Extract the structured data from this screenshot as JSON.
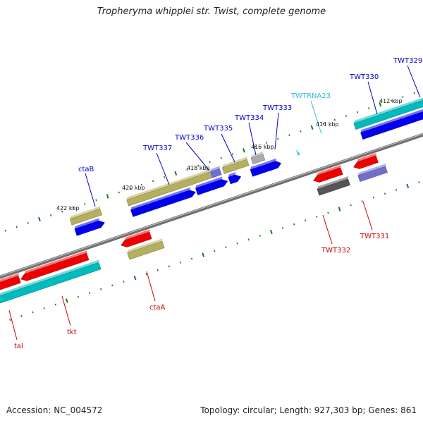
{
  "header": {
    "title": "Tropheryma whipplei str. Twist, complete genome"
  },
  "footer": {
    "accession": "Accession: NC_004572",
    "summary": "Topology: circular; Length: 927,303 bp; Genes: 861"
  },
  "colors": {
    "backbone": "#808080",
    "ticks": "#1a7a1a",
    "forward_label": "#0000cc",
    "reverse_label": "#cc0000",
    "rna_label": "#33bbdd",
    "blue": "#0000ee",
    "teal": "#00bbbb",
    "olive": "#b5b060",
    "red": "#ee0000",
    "slate": "#7070cc",
    "dark": "#555555",
    "grey": "#aaaaaa",
    "cyan": "#44ccee"
  },
  "scale_labels": [
    "422 kbp",
    "420 kbp",
    "418 kbp",
    "416 kbp",
    "414 kbp",
    "412 kbp"
  ],
  "gene_labels": {
    "forward": [
      "ctaB",
      "TWT337",
      "TWT336",
      "TWT335",
      "TWT334",
      "TWT333",
      "TWT330",
      "TWT329"
    ],
    "rna": [
      "TWTRNA23"
    ],
    "reverse": [
      "tal",
      "tkt",
      "ctaA",
      "TWT332",
      "TWT331"
    ]
  }
}
